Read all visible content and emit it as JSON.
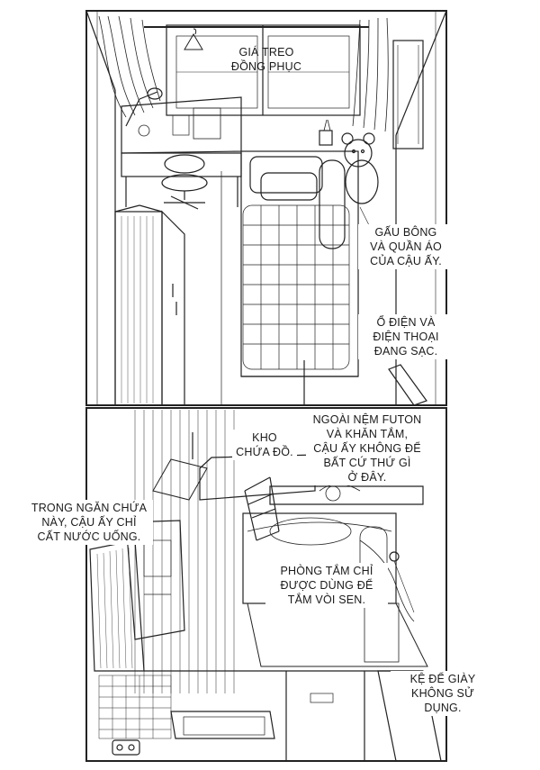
{
  "labels": {
    "uniform_hanger": "GIÁ TREO\nĐỒNG PHỤC",
    "teddy_clothes": "GẤU BÔNG\nVÀ QUẦN ÁO\nCỦA CẬU ẤY.",
    "outlet_phone": "Ổ ĐIỆN VÀ\nĐIỆN THOẠI\nĐANG SẠC.",
    "storage": "KHO\nCHỨA ĐỒ.",
    "futon_towel": "NGOÀI NỆM FUTON\nVÀ KHĂN TẮM,\nCẬU ẤY KHÔNG ĐỂ\nBẤT CỨ THỨ GÌ\nỞ ĐÂY.",
    "drawer_water": "TRONG NGĂN CHỨA\nNÀY, CẬU ẤY CHỈ\nCẤT NƯỚC UỐNG.",
    "bathroom_shower": "PHÒNG TẮM CHỈ\nĐƯỢC DÙNG ĐỂ\nTẮM VÒI SEN.",
    "shoe_rack": "KỆ ĐỂ GIÀY\nKHÔNG SỬ DỤNG."
  }
}
